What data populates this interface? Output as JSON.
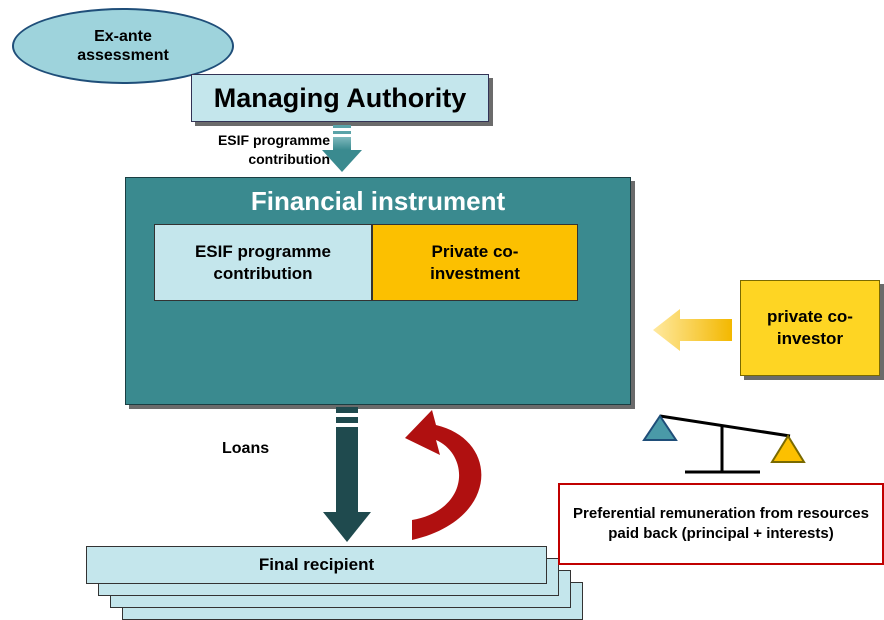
{
  "exante": "Ex-ante\nassessment",
  "managing_authority": "Managing Authority",
  "esif_flow_label": "ESIF programme contribution",
  "financial_instrument": {
    "title": "Financial  instrument",
    "esif_box": "ESIF programme contribution",
    "private_box": "Private co-investment"
  },
  "private_investor": "private co-investor",
  "loans_label": "Loans",
  "remuneration_note": "Preferential remuneration from resources paid back (principal + interests)",
  "final_recipient": "Final recipient",
  "colors": {
    "teal_box": "#3a8a8f",
    "light_blue": "#c4e6ec",
    "ellipse": "#9ed3dc",
    "private_orange": "#fcc000",
    "investor_yellow": "#fed523",
    "arrow_red": "#b01010",
    "arrow_dark": "#1f4a4e"
  }
}
